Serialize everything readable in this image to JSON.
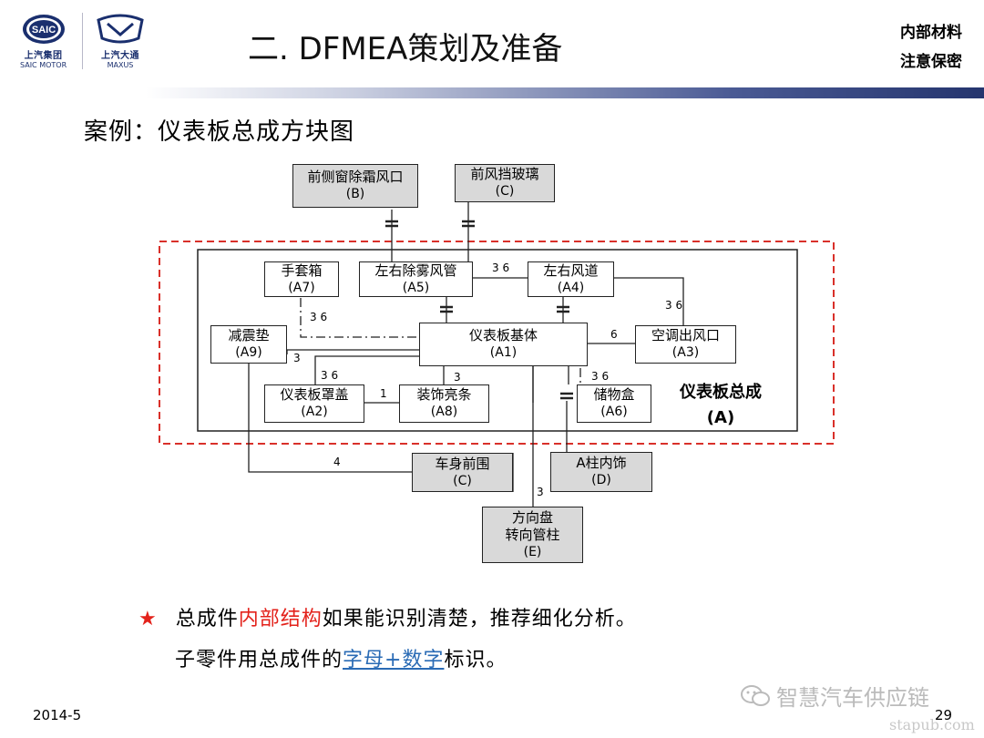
{
  "header": {
    "saic_logo_text": "上汽集团",
    "saic_logo_sub": "SAIC MOTOR",
    "saic_badge": "SAIC",
    "maxus_logo_text": "上汽大通",
    "maxus_logo_sub": "MAXUS",
    "title": "二. DFMEA策划及准备",
    "confidential_line1": "内部材料",
    "confidential_line2": "注意保密"
  },
  "subtitle": "案例：仪表板总成方块图",
  "diagram": {
    "assembly_name": "仪表板总成",
    "assembly_code": "(A)",
    "boxes": {
      "B": {
        "name": "前侧窗除霜风口",
        "code": "(B)"
      },
      "C_glass": {
        "name": "前风挡玻璃",
        "code": "(C)"
      },
      "A7": {
        "name": "手套箱",
        "code": "(A7)"
      },
      "A5": {
        "name": "左右除雾风管",
        "code": "(A5)"
      },
      "A4": {
        "name": "左右风道",
        "code": "(A4)"
      },
      "A9": {
        "name": "减震垫",
        "code": "(A9)"
      },
      "A1": {
        "name": "仪表板基体",
        "code": "(A1)"
      },
      "A3": {
        "name": "空调出风口",
        "code": "(A3)"
      },
      "A2": {
        "name": "仪表板罩盖",
        "code": "(A2)"
      },
      "A8": {
        "name": "装饰亮条",
        "code": "(A8)"
      },
      "A6": {
        "name": "储物盒",
        "code": "(A6)"
      },
      "C_body": {
        "name": "车身前围",
        "code": "(C)"
      },
      "D": {
        "name": "A柱内饰",
        "code": "(D)"
      },
      "E": {
        "name_line1": "方向盘",
        "name_line2": "转向管柱",
        "code": "(E)"
      }
    },
    "link_labels": {
      "a5_a4": "3 6",
      "a7_a1": "3 6",
      "a4_a3": "3 6",
      "a1_a3": "6",
      "a9_a1": "3",
      "a1_a2": "3 6",
      "a2_a8": "1",
      "a1_a8": "3",
      "a1_a6": "3 6",
      "a9_body": "4",
      "a1_e": "3"
    }
  },
  "notes": {
    "star": "★",
    "line1_a": "总成件",
    "line1_highlight": "内部结构",
    "line1_b": "如果能识别清楚，推荐细化分析。",
    "line2_a": "子零件用总成件的",
    "line2_highlight": "字母+数字",
    "line2_b": "标识。"
  },
  "footer": {
    "date": "2014-5",
    "page": "29",
    "watermark": "智慧汽车供应链",
    "watermark_url": "stapub.com"
  },
  "colors": {
    "accent_red": "#e3221b",
    "link_blue": "#2a6bb5",
    "brand_navy": "#25356e",
    "external_box": "#d9d9d9"
  }
}
